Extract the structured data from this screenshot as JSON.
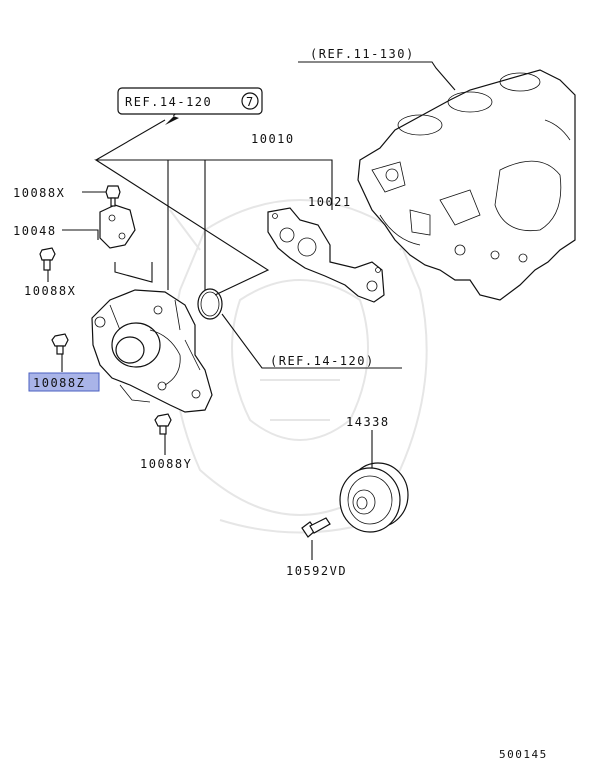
{
  "labels": {
    "ref_11_130": "(REF.11-130)",
    "ref_14_120_box": "REF.14-120",
    "ref_14_120_box_num": "7",
    "p10010": "10010",
    "p10021": "10021",
    "p10088x_top": "10088X",
    "p10048": "10048",
    "p10088x_bottom": "10088X",
    "p10088z": "10088Z",
    "ref_14_120_paren": "(REF.14-120)",
    "p14338": "14338",
    "p10088y": "10088Y",
    "p10592vd": "10592VD",
    "diagram_code": "500145"
  },
  "colors": {
    "highlight_fill": "#a9b4e8",
    "highlight_stroke": "#4a5fc1",
    "line": "#111111",
    "watermark": "#e6e6e6"
  }
}
